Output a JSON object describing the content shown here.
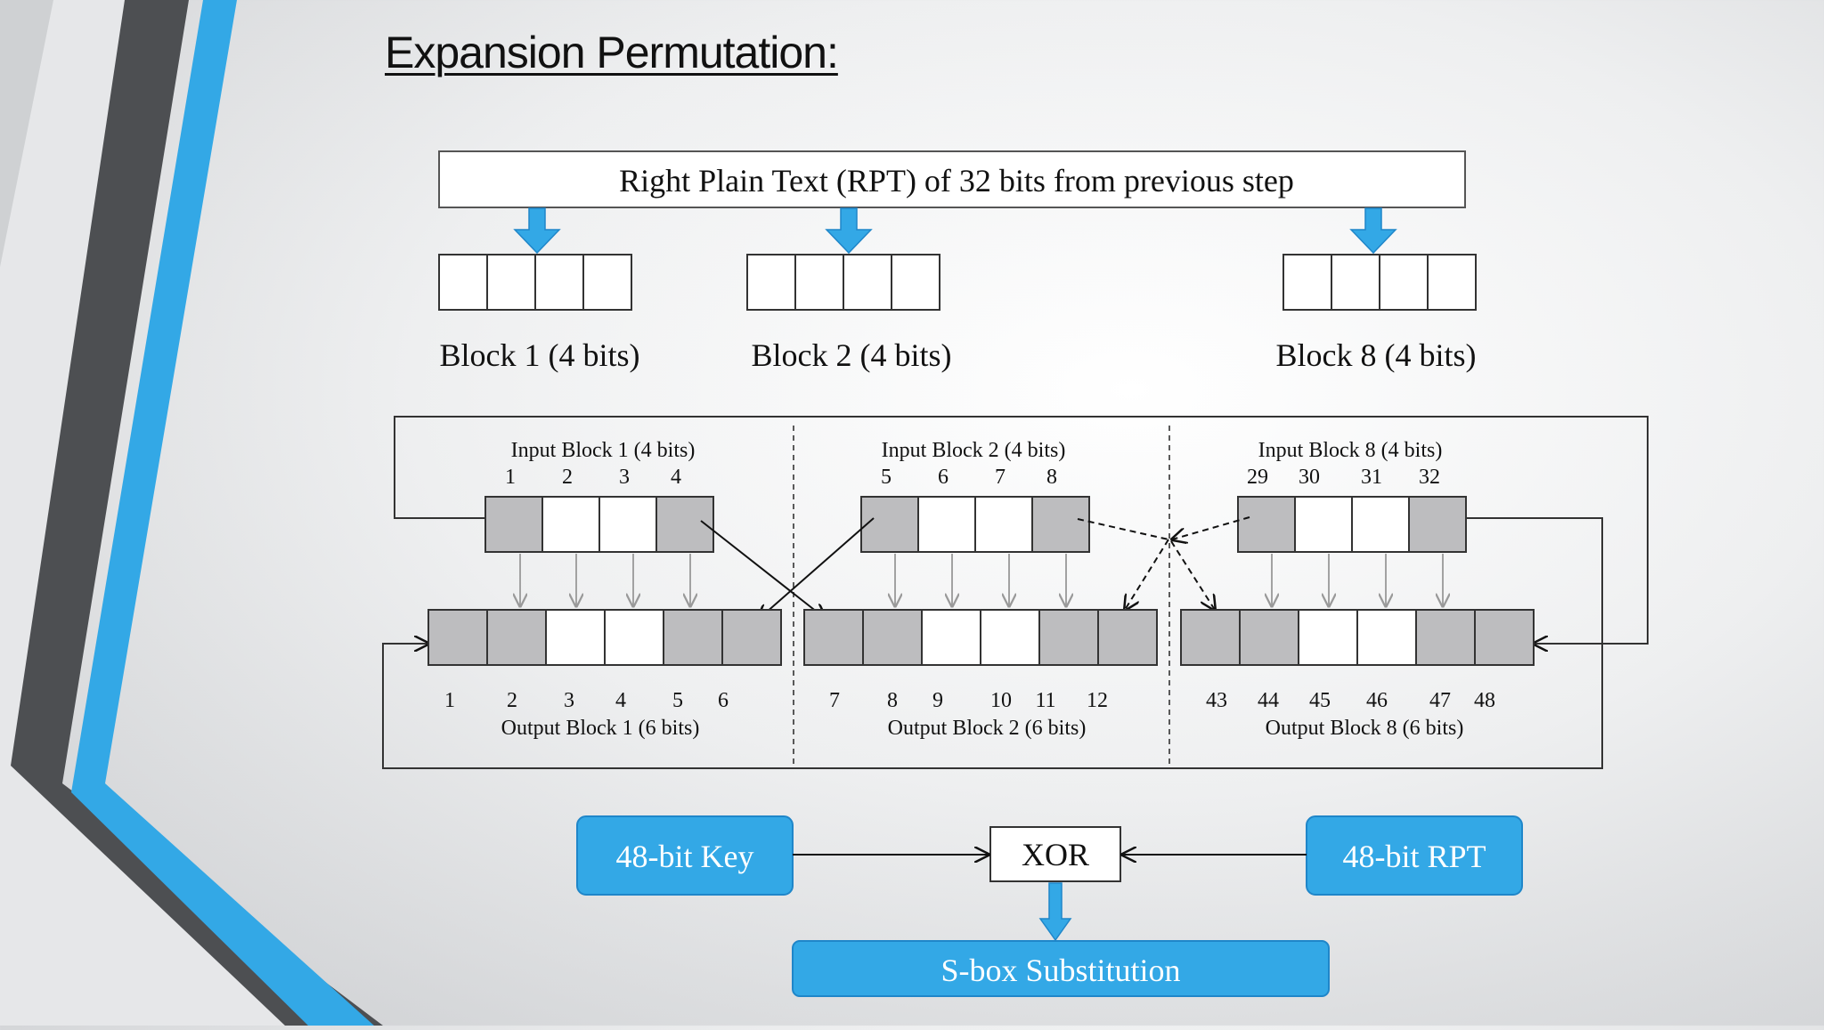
{
  "slide": {
    "title": "Expansion Permutation:",
    "rpt_box": "Right Plain Text (RPT) of 32 bits from previous step",
    "blocks": [
      "Block 1 (4 bits)",
      "Block 2 (4 bits)",
      "Block 8 (4 bits)"
    ],
    "input_blocks": [
      {
        "label": "Input Block 1 (4 bits)",
        "bits": [
          "1",
          "2",
          "3",
          "4"
        ]
      },
      {
        "label": "Input Block 2 (4 bits)",
        "bits": [
          "5",
          "6",
          "7",
          "8"
        ]
      },
      {
        "label": "Input Block 8 (4 bits)",
        "bits": [
          "29",
          "30",
          "31",
          "32"
        ]
      }
    ],
    "output_blocks": [
      {
        "label": "Output Block 1 (6 bits)",
        "bits": [
          "1",
          "2",
          "3",
          "4",
          "5",
          "6"
        ]
      },
      {
        "label": "Output Block 2 (6 bits)",
        "bits": [
          "7",
          "8",
          "9",
          "10",
          "11",
          "12"
        ]
      },
      {
        "label": "Output Block 8 (6 bits)",
        "bits": [
          "43",
          "44",
          "45",
          "46",
          "47",
          "48"
        ]
      }
    ],
    "key_box": "48-bit Key",
    "xor_box": "XOR",
    "rpt48_box": "48-bit RPT",
    "sbox_box": "S-box Substitution"
  },
  "colors": {
    "accent": "#33a8e6",
    "accent_dark": "#1f86c9",
    "stripe_gray": "#4d4f52",
    "cell_gray": "#bdbdbf",
    "cell_white": "#ffffff"
  },
  "icons": [
    "down-arrow-icon"
  ]
}
